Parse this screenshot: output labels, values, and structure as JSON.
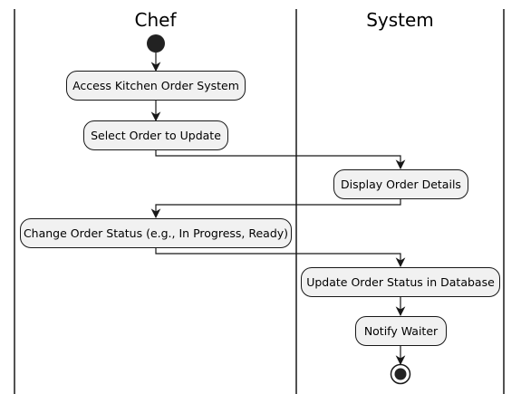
{
  "swimlanes": [
    {
      "title": "Chef"
    },
    {
      "title": "System"
    }
  ],
  "activities": [
    {
      "id": "a1",
      "lane": "Chef",
      "label": "Access Kitchen Order System"
    },
    {
      "id": "a2",
      "lane": "Chef",
      "label": "Select Order to Update"
    },
    {
      "id": "a3",
      "lane": "System",
      "label": "Display Order Details"
    },
    {
      "id": "a4",
      "lane": "Chef",
      "label": "Change Order Status (e.g., In Progress, Ready)"
    },
    {
      "id": "a5",
      "lane": "System",
      "label": "Update Order Status in Database"
    },
    {
      "id": "a6",
      "lane": "System",
      "label": "Notify Waiter"
    }
  ],
  "flow": [
    "start",
    "a1",
    "a2",
    "a3",
    "a4",
    "a5",
    "a6",
    "end"
  ]
}
